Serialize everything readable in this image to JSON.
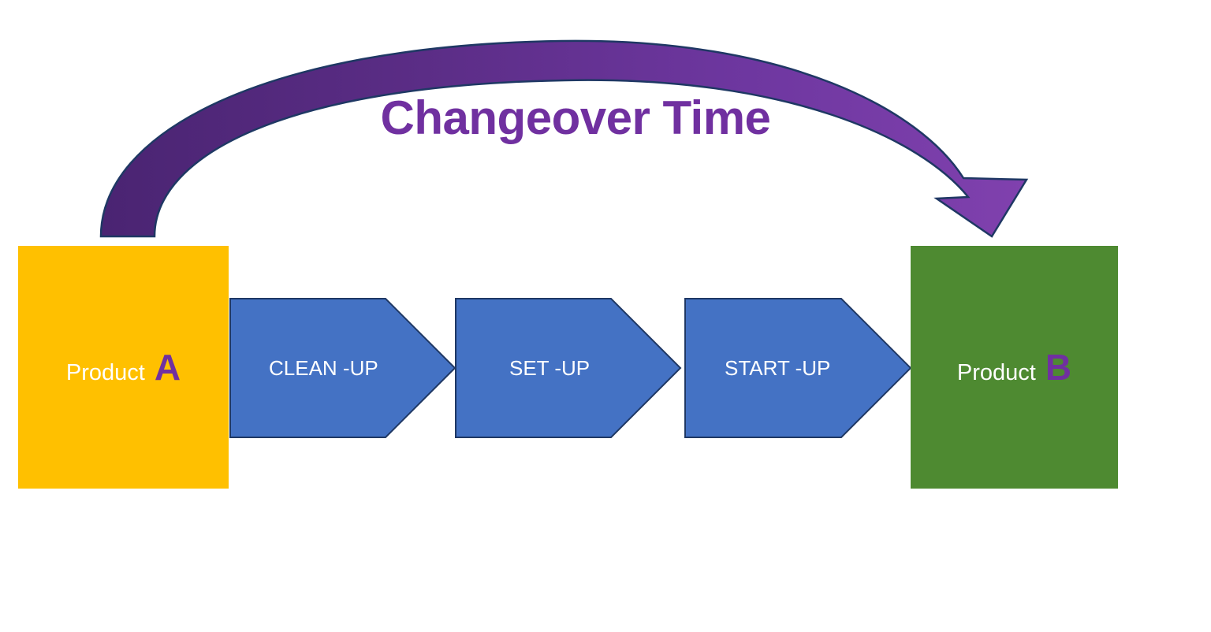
{
  "diagram": {
    "title": "Changeover Time",
    "title_color": "#7030a0",
    "background_color": "#ffffff",
    "changeover_arrow": {
      "name": "changeover-time-arrow",
      "direction": "left-to-right curved",
      "color_start": "#542a7e",
      "color_end": "#7b3fa0",
      "outline_color": "#1f3864"
    },
    "start_node": {
      "label_prefix": "Product",
      "label_letter": "A",
      "fill_color": "#ffc000",
      "text_color": "#ffffff",
      "letter_color": "#7030a0"
    },
    "end_node": {
      "label_prefix": "Product",
      "label_letter": "B",
      "fill_color": "#4e8a31",
      "text_color": "#ffffff",
      "letter_color": "#7030a0"
    },
    "steps": [
      {
        "label": "CLEAN -UP",
        "fill_color": "#4472c4",
        "outline_color": "#1f3864",
        "text_color": "#ffffff"
      },
      {
        "label": "SET -UP",
        "fill_color": "#4472c4",
        "outline_color": "#1f3864",
        "text_color": "#ffffff"
      },
      {
        "label": "START -UP",
        "fill_color": "#4472c4",
        "outline_color": "#1f3864",
        "text_color": "#ffffff"
      }
    ]
  }
}
